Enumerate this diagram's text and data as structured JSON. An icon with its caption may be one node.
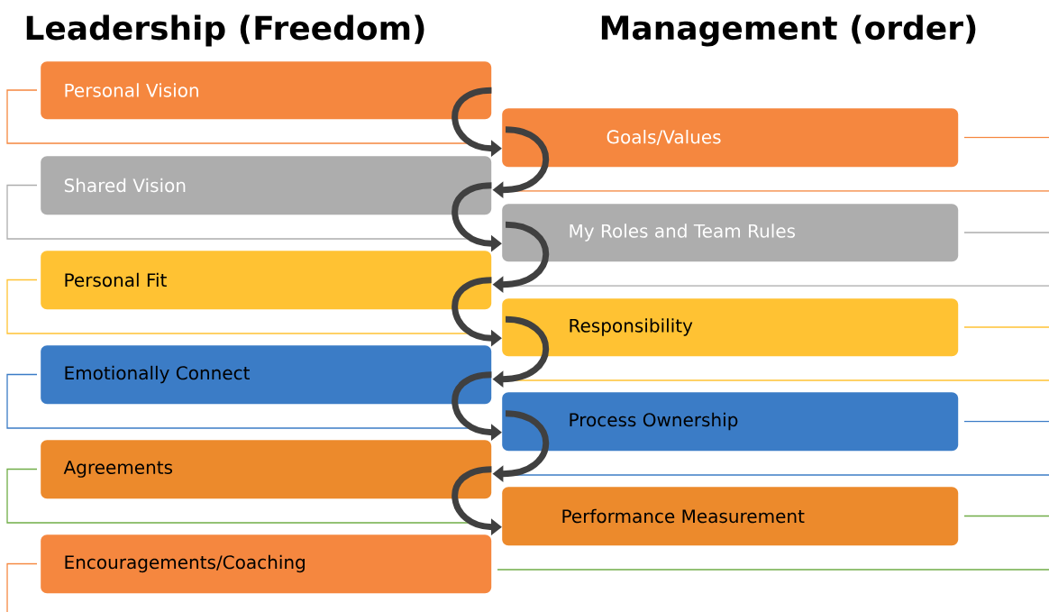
{
  "diagram": {
    "nodes": [
      {
        "text": [
          "Personal Vision"
        ]
      },
      {
        "text": [
          "Shared Vision"
        ]
      },
      {
        "text": [
          "Personal Fit"
        ]
      },
      {
        "text": [
          "Emotionally Connect"
        ]
      },
      {
        "text": [
          "Agreements"
        ]
      },
      {
        "text": [
          "Encouragements/Coaching"
        ]
      },
      {
        "text": [
          "Goals/Values"
        ]
      },
      {
        "text": [
          "My Roles and Team Rules"
        ]
      },
      {
        "text": [
          "Responsibility"
        ]
      },
      {
        "text": [
          "Process Ownership"
        ]
      },
      {
        "text": [
          "Performance Measurement"
        ]
      }
    ],
    "edges": [
      {
        "from": 0,
        "to": 6,
        "arrow": "to",
        "color": "#404040"
      },
      {
        "from": 6,
        "to": 1,
        "arrow": "to",
        "color": "#404040"
      },
      {
        "from": 1,
        "to": 7,
        "arrow": "to",
        "color": "#404040"
      },
      {
        "from": 7,
        "to": 2,
        "arrow": "to",
        "color": "#404040"
      },
      {
        "from": 2,
        "to": 8,
        "arrow": "to",
        "color": "#404040"
      },
      {
        "from": 8,
        "to": 3,
        "arrow": "to",
        "color": "#404040"
      },
      {
        "from": 3,
        "to": 9,
        "arrow": "to",
        "color": "#404040"
      },
      {
        "from": 9,
        "to": 4,
        "arrow": "to",
        "color": "#404040"
      },
      {
        "from": 4,
        "to": 10,
        "arrow": "to",
        "color": "#404040"
      }
    ],
    "labels": [
      "Leadership (Freedom)",
      "Management (order)"
    ]
  }
}
